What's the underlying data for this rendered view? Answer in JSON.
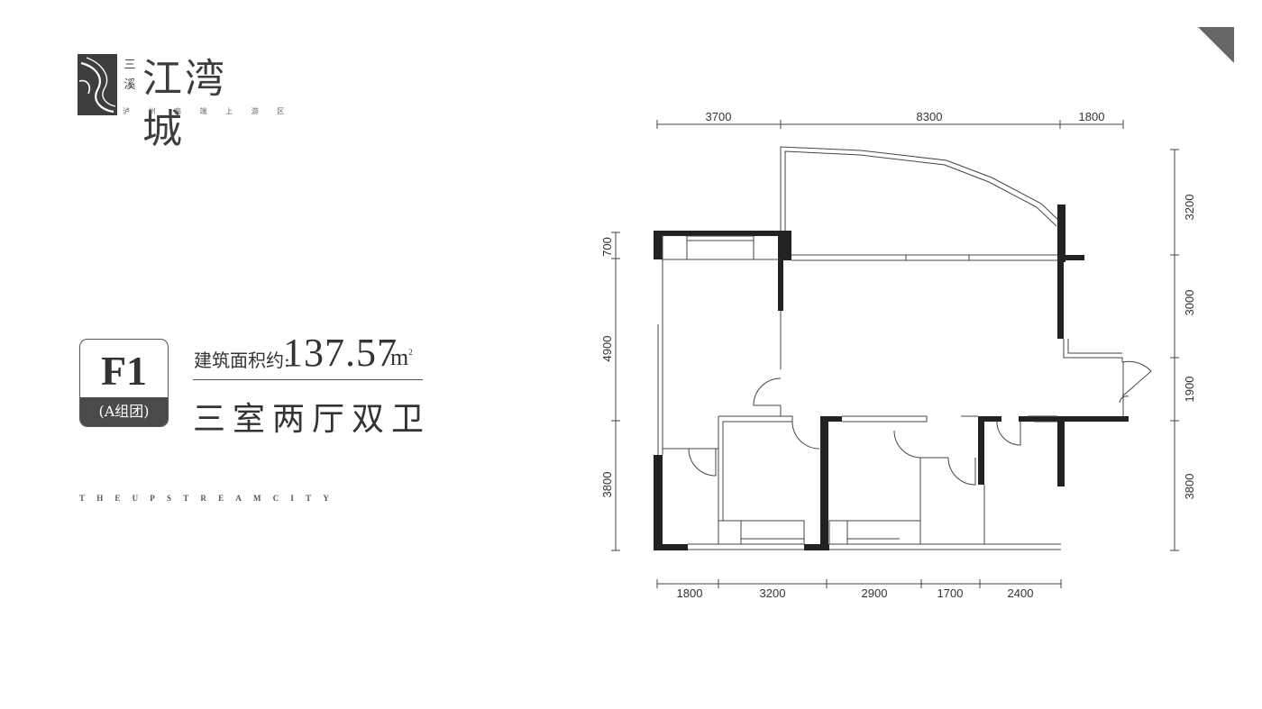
{
  "brand": {
    "vertical_prefix": [
      "三",
      "溪"
    ],
    "name": "江湾城",
    "tagline": "泸 州 高 端 上 游 区"
  },
  "unit": {
    "code": "F1",
    "group": "(A组团)",
    "area_label": "建筑面积约:",
    "area_value": "137.57",
    "area_unit": "m",
    "area_unit_sup": "2",
    "layout_type": "三室两厅双卫"
  },
  "slogan": "THEUPSTREAMCITY",
  "floor_plan": {
    "dimensions_top": [
      "3700",
      "8300",
      "1800"
    ],
    "dimensions_bottom": [
      "1800",
      "3200",
      "2900",
      "1700",
      "2400"
    ],
    "dimensions_left": [
      "700",
      "4900",
      "3800"
    ],
    "dimensions_right": [
      "3200",
      "3000",
      "1900",
      "3800"
    ]
  },
  "colors": {
    "wall": "#222222",
    "line": "#444444",
    "badge_fill": "#4a4a4a",
    "corner_mark": "#666666"
  },
  "icons": {
    "logo_mark": "swirl-logo-icon",
    "corner": "corner-triangle-icon"
  }
}
